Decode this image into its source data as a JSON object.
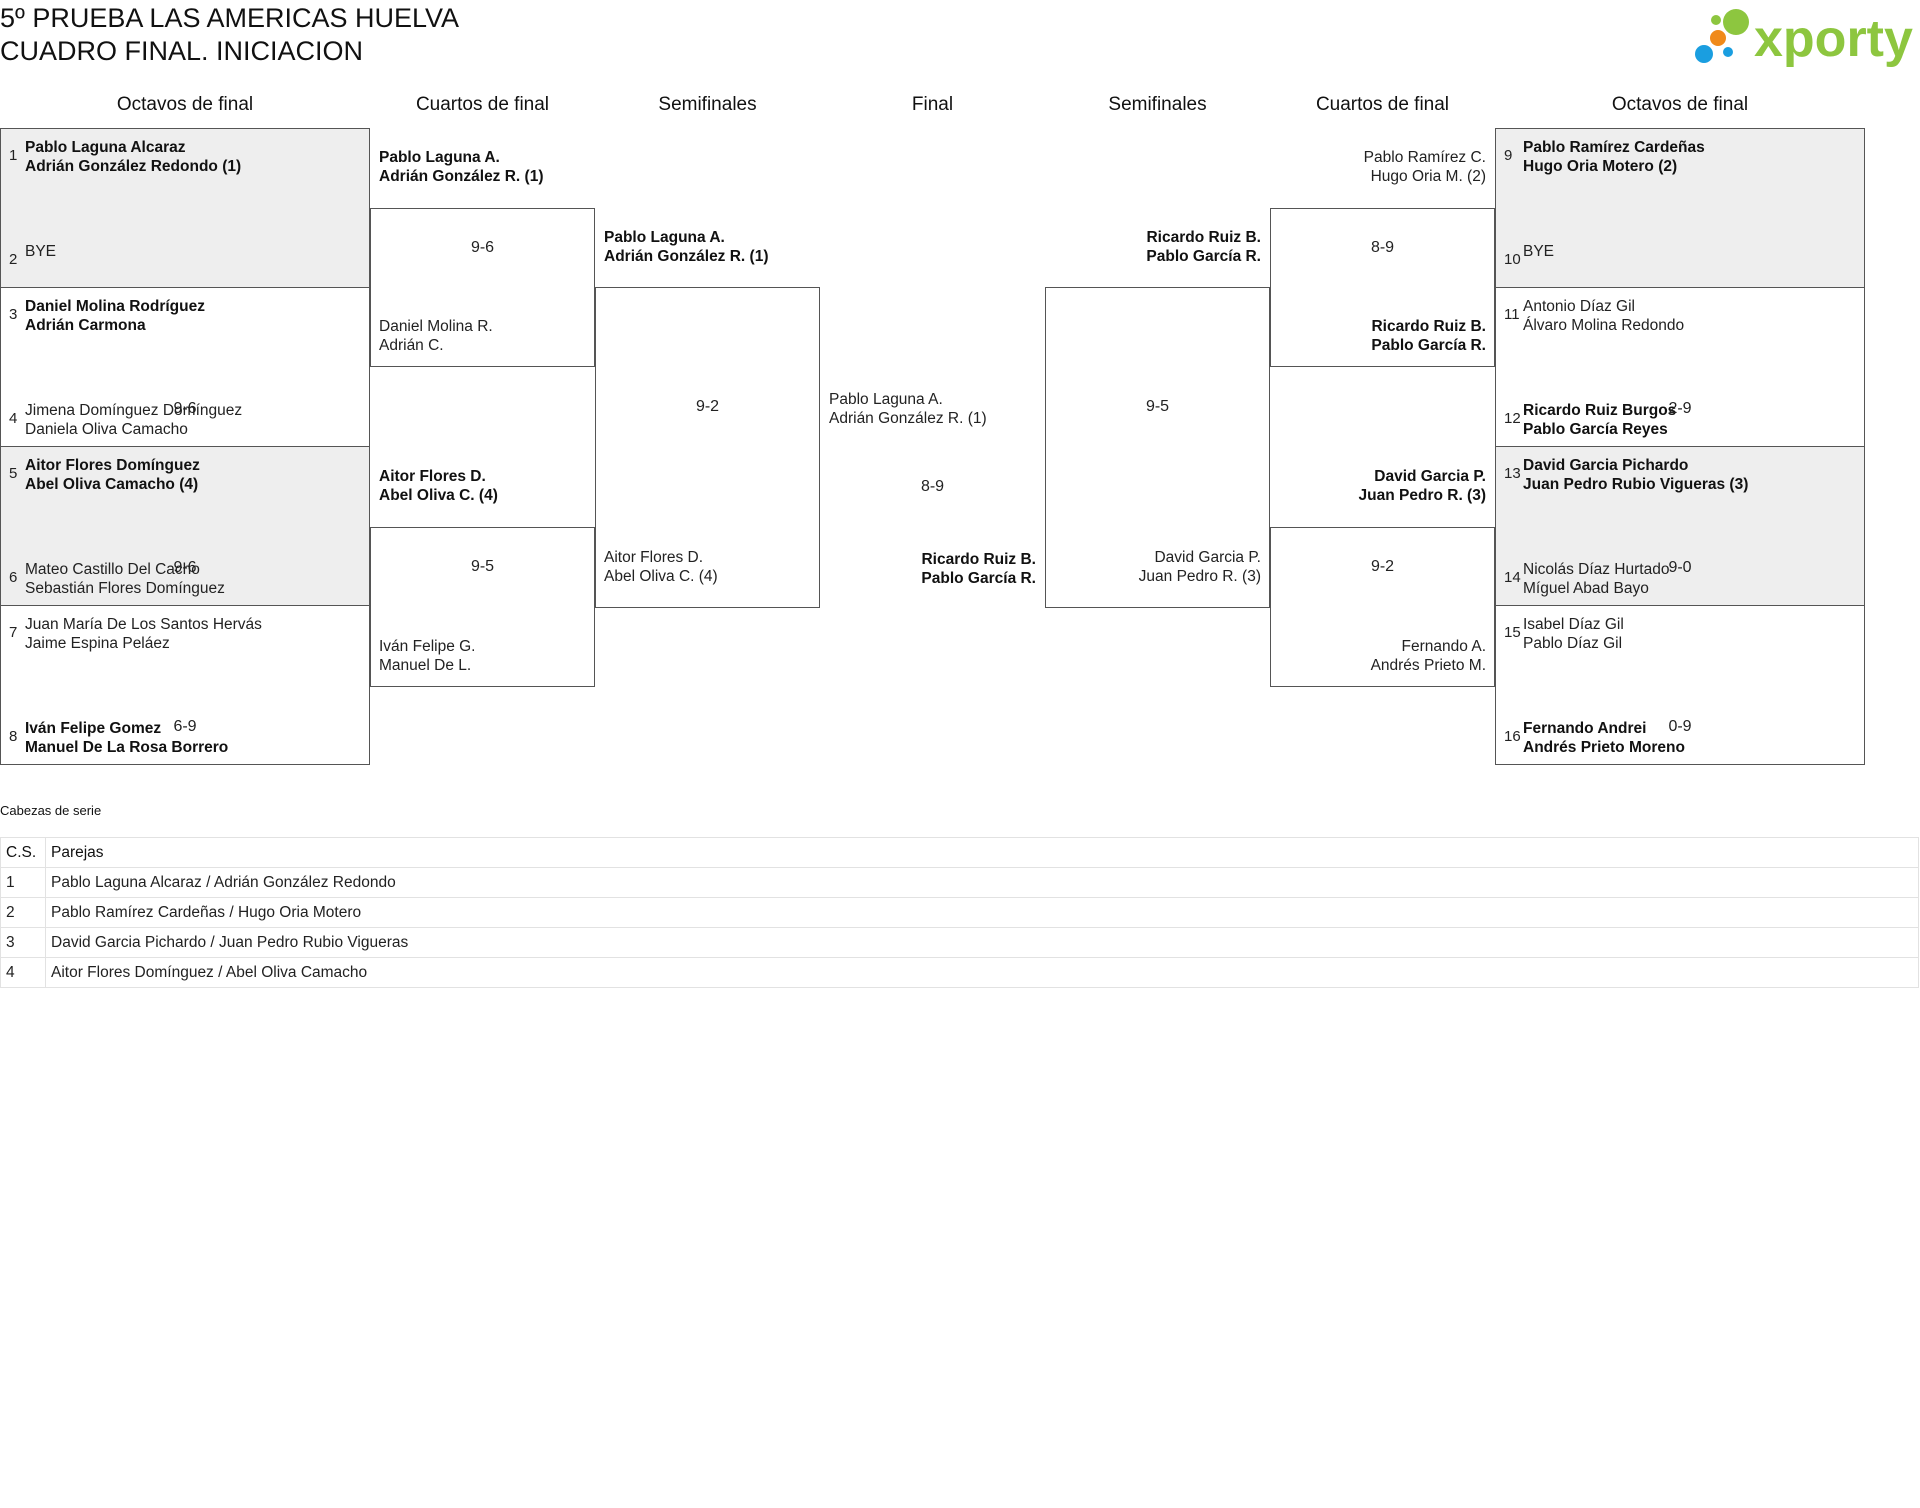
{
  "title": {
    "line1": "5º PRUEBA LAS AMERICAS HUELVA",
    "line2": "CUADRO FINAL. INICIACION"
  },
  "logo": {
    "text": "xporty",
    "dot_colors": [
      "#1a9ee0",
      "#f08a1a",
      "#8dc63f"
    ],
    "text_color": "#8dc63f"
  },
  "rounds": {
    "left": [
      "Octavos de final",
      "Cuartos de final",
      "Semifinales"
    ],
    "final": "Final",
    "right": [
      "Semifinales",
      "Cuartos de final",
      "Octavos de final"
    ]
  },
  "octavos_left": [
    {
      "seed_a": "1",
      "pair_a": [
        "Pablo Laguna Alcaraz",
        "Adrián González Redondo (1)"
      ],
      "a_bold": true,
      "seed_b": "2",
      "pair_b": [
        "BYE",
        ""
      ],
      "b_bold": false,
      "score": "",
      "shaded": true
    },
    {
      "seed_a": "3",
      "pair_a": [
        "Daniel Molina Rodríguez",
        "Adrián Carmona"
      ],
      "a_bold": true,
      "seed_b": "4",
      "pair_b": [
        "Jimena Domínguez Domínguez",
        "Daniela Oliva Camacho"
      ],
      "b_bold": false,
      "score": "9-6",
      "shaded": false
    },
    {
      "seed_a": "5",
      "pair_a": [
        "Aitor Flores Domínguez",
        "Abel Oliva Camacho (4)"
      ],
      "a_bold": true,
      "seed_b": "6",
      "pair_b": [
        "Mateo Castillo Del Cacho",
        "Sebastián Flores Domínguez"
      ],
      "b_bold": false,
      "score": "9-6",
      "shaded": true
    },
    {
      "seed_a": "7",
      "pair_a": [
        "Juan María De Los Santos Hervás",
        "Jaime Espina Peláez"
      ],
      "a_bold": false,
      "seed_b": "8",
      "pair_b": [
        "Iván Felipe Gomez",
        "Manuel De La Rosa Borrero"
      ],
      "b_bold": true,
      "score": "6-9",
      "shaded": false
    }
  ],
  "cuartos_left": [
    {
      "pair_a": [
        "Pablo Laguna A.",
        "Adrián González R. (1)"
      ],
      "a_bold": true,
      "pair_b": [
        "Daniel Molina R.",
        "Adrián C."
      ],
      "b_bold": false,
      "score": "9-6"
    },
    {
      "pair_a": [
        "Aitor Flores D.",
        "Abel Oliva C. (4)"
      ],
      "a_bold": true,
      "pair_b": [
        "Iván Felipe G.",
        "Manuel De L."
      ],
      "b_bold": false,
      "score": "9-5"
    }
  ],
  "semis_left": {
    "pair_a": [
      "Pablo Laguna A.",
      "Adrián González R. (1)"
    ],
    "a_bold": true,
    "pair_b": [
      "Aitor Flores D.",
      "Abel Oliva C. (4)"
    ],
    "b_bold": false,
    "score": "9-2"
  },
  "final": {
    "pair_a": [
      "Pablo Laguna A.",
      "Adrián González R. (1)"
    ],
    "a_bold": false,
    "pair_b": [
      "Ricardo Ruiz B.",
      "Pablo García R."
    ],
    "b_bold": true,
    "score": "8-9"
  },
  "semis_right": {
    "pair_a": [
      "Ricardo Ruiz B.",
      "Pablo García R."
    ],
    "a_bold": true,
    "pair_b": [
      "David Garcia P.",
      "Juan Pedro R. (3)"
    ],
    "b_bold": false,
    "score": "9-5"
  },
  "cuartos_right": [
    {
      "pair_a": [
        "Pablo Ramírez C.",
        "Hugo Oria M. (2)"
      ],
      "a_bold": false,
      "pair_b": [
        "Ricardo Ruiz B.",
        "Pablo García R."
      ],
      "b_bold": true,
      "score": "8-9"
    },
    {
      "pair_a": [
        "David Garcia P.",
        "Juan Pedro R. (3)"
      ],
      "a_bold": true,
      "pair_b": [
        "Fernando A.",
        "Andrés Prieto M."
      ],
      "b_bold": false,
      "score": "9-2"
    }
  ],
  "octavos_right": [
    {
      "seed_a": "9",
      "pair_a": [
        "Pablo Ramírez Cardeñas",
        "Hugo Oria Motero (2)"
      ],
      "a_bold": true,
      "seed_b": "10",
      "pair_b": [
        "BYE",
        ""
      ],
      "b_bold": false,
      "score": "",
      "shaded": true
    },
    {
      "seed_a": "11",
      "pair_a": [
        "Antonio Díaz Gil",
        "Álvaro Molina Redondo"
      ],
      "a_bold": false,
      "seed_b": "12",
      "pair_b": [
        "Ricardo Ruiz Burgos",
        "Pablo García Reyes"
      ],
      "b_bold": true,
      "score": "2-9",
      "shaded": false
    },
    {
      "seed_a": "13",
      "pair_a": [
        "David Garcia Pichardo",
        "Juan Pedro Rubio Vigueras (3)"
      ],
      "a_bold": true,
      "seed_b": "14",
      "pair_b": [
        "Nicolás Díaz Hurtado",
        "Míguel Abad Bayo"
      ],
      "b_bold": false,
      "score": "9-0",
      "shaded": true
    },
    {
      "seed_a": "15",
      "pair_a": [
        "Isabel Díaz Gil",
        "Pablo Díaz Gil"
      ],
      "a_bold": false,
      "seed_b": "16",
      "pair_b": [
        "Fernando Andrei",
        "Andrés Prieto Moreno"
      ],
      "b_bold": true,
      "score": "0-9",
      "shaded": false
    }
  ],
  "seeds": {
    "caption": "Cabezas de serie",
    "headers": [
      "C.S.",
      "Parejas"
    ],
    "rows": [
      [
        "1",
        "Pablo Laguna Alcaraz / Adrián González Redondo"
      ],
      [
        "2",
        "Pablo Ramírez Cardeñas / Hugo Oria Motero"
      ],
      [
        "3",
        "David Garcia Pichardo / Juan Pedro Rubio Vigueras"
      ],
      [
        "4",
        "Aitor Flores Domínguez / Abel Oliva Camacho"
      ]
    ]
  }
}
